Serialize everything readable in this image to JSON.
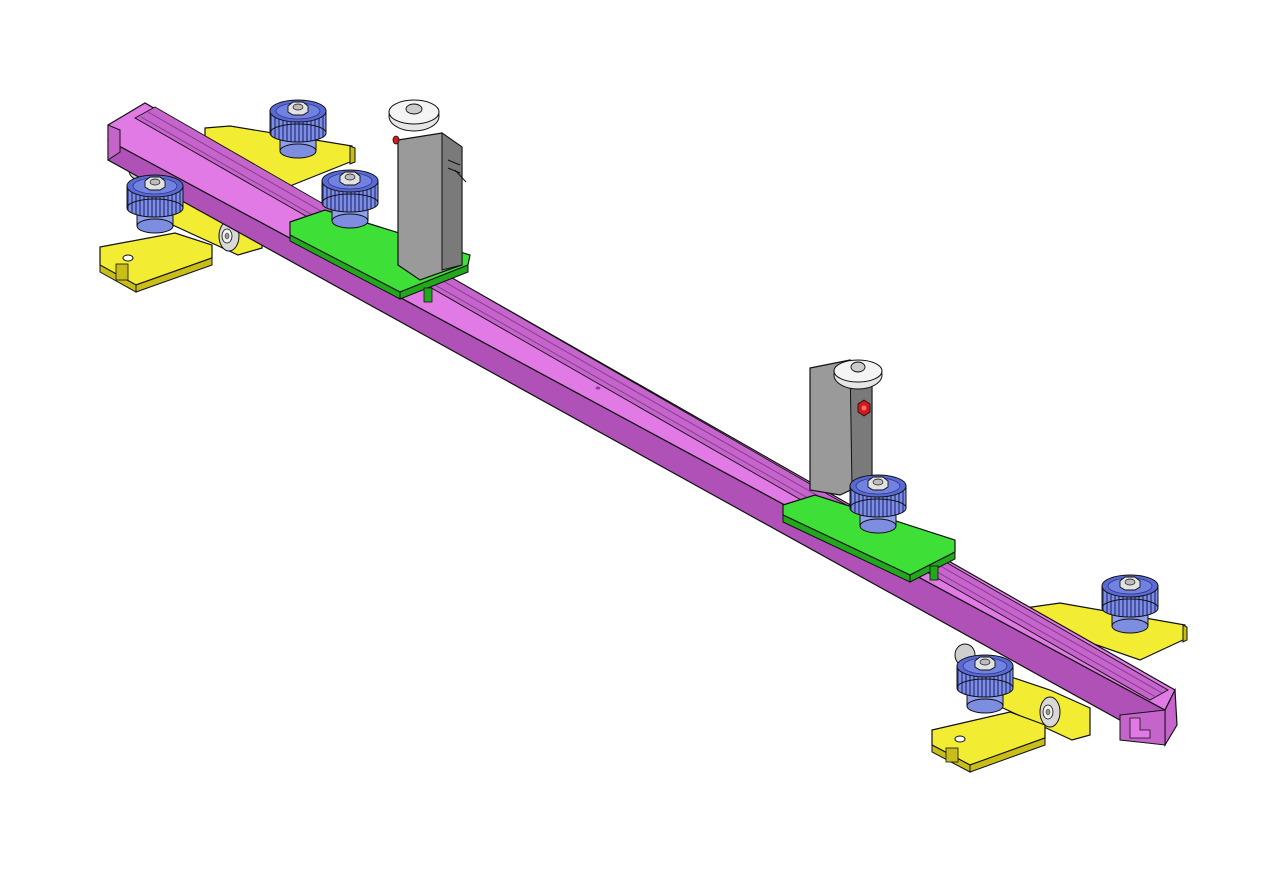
{
  "figure": {
    "background": "#ffffff",
    "outline_color": "#111111"
  },
  "colors": {
    "rail_top": "#e27ae6",
    "rail_side": "#b051b8",
    "rail_end": "#c565cc",
    "rail_groove": "#8a3b92",
    "foot_top": "#f2ec33",
    "foot_side": "#c9bd1a",
    "carriage_top": "#3ee037",
    "carriage_side": "#21a81d",
    "knob_body": "#7d8ee0",
    "knob_cap": "#5a6ad4",
    "knob_dark": "#3a46a8",
    "sensor_face": "#9a9a9a",
    "sensor_side": "#7a7a7a",
    "washer": "#d8d8d8",
    "indicator": "#d21a1a"
  },
  "parts": [
    {
      "id": "rail",
      "name": "t-slot-rail"
    },
    {
      "id": "foot_left",
      "name": "mounting-foot-left"
    },
    {
      "id": "foot_right",
      "name": "mounting-foot-right"
    },
    {
      "id": "carriage_left",
      "name": "sliding-carriage-left"
    },
    {
      "id": "carriage_right",
      "name": "sliding-carriage-right"
    },
    {
      "id": "sensor_left",
      "name": "sensor-block-left"
    },
    {
      "id": "sensor_right",
      "name": "sensor-block-right"
    }
  ],
  "knob_icon": "knurled-thumb-knob-icon"
}
